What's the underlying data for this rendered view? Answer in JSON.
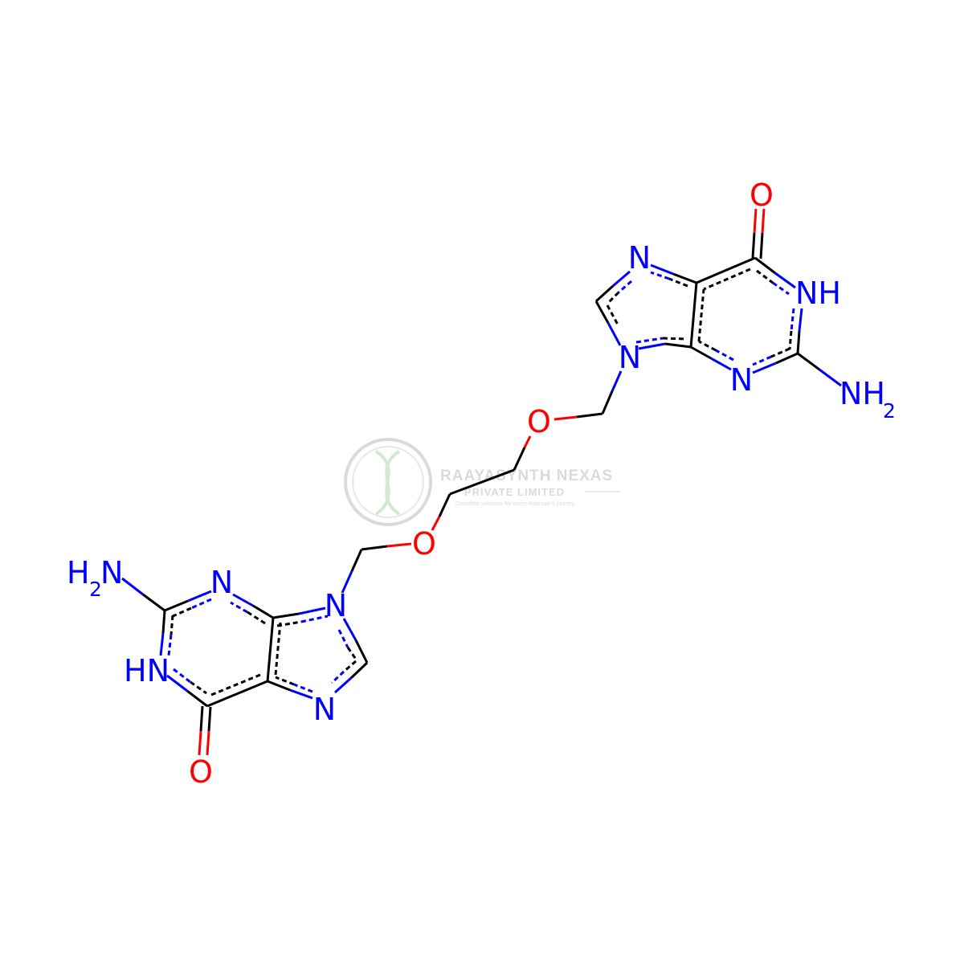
{
  "molecule": {
    "atoms": {
      "O": "O",
      "N": "N",
      "NH": "NH",
      "HN": "HN",
      "NH2_main": "NH",
      "H2N_main": "H",
      "N_letter": "N",
      "sub2": "2"
    }
  },
  "watermark": {
    "company": "RAAYASYNTH NEXAS",
    "subtitle": "PRIVATE LIMITED",
    "tagline": "Complete solutions for every molecule's journey"
  },
  "colors": {
    "bond": "#000000",
    "nitrogen": "#0000ff",
    "oxygen": "#ff0000",
    "watermark": "#d7d7d7",
    "watermark_green": "#d6ecd6"
  }
}
